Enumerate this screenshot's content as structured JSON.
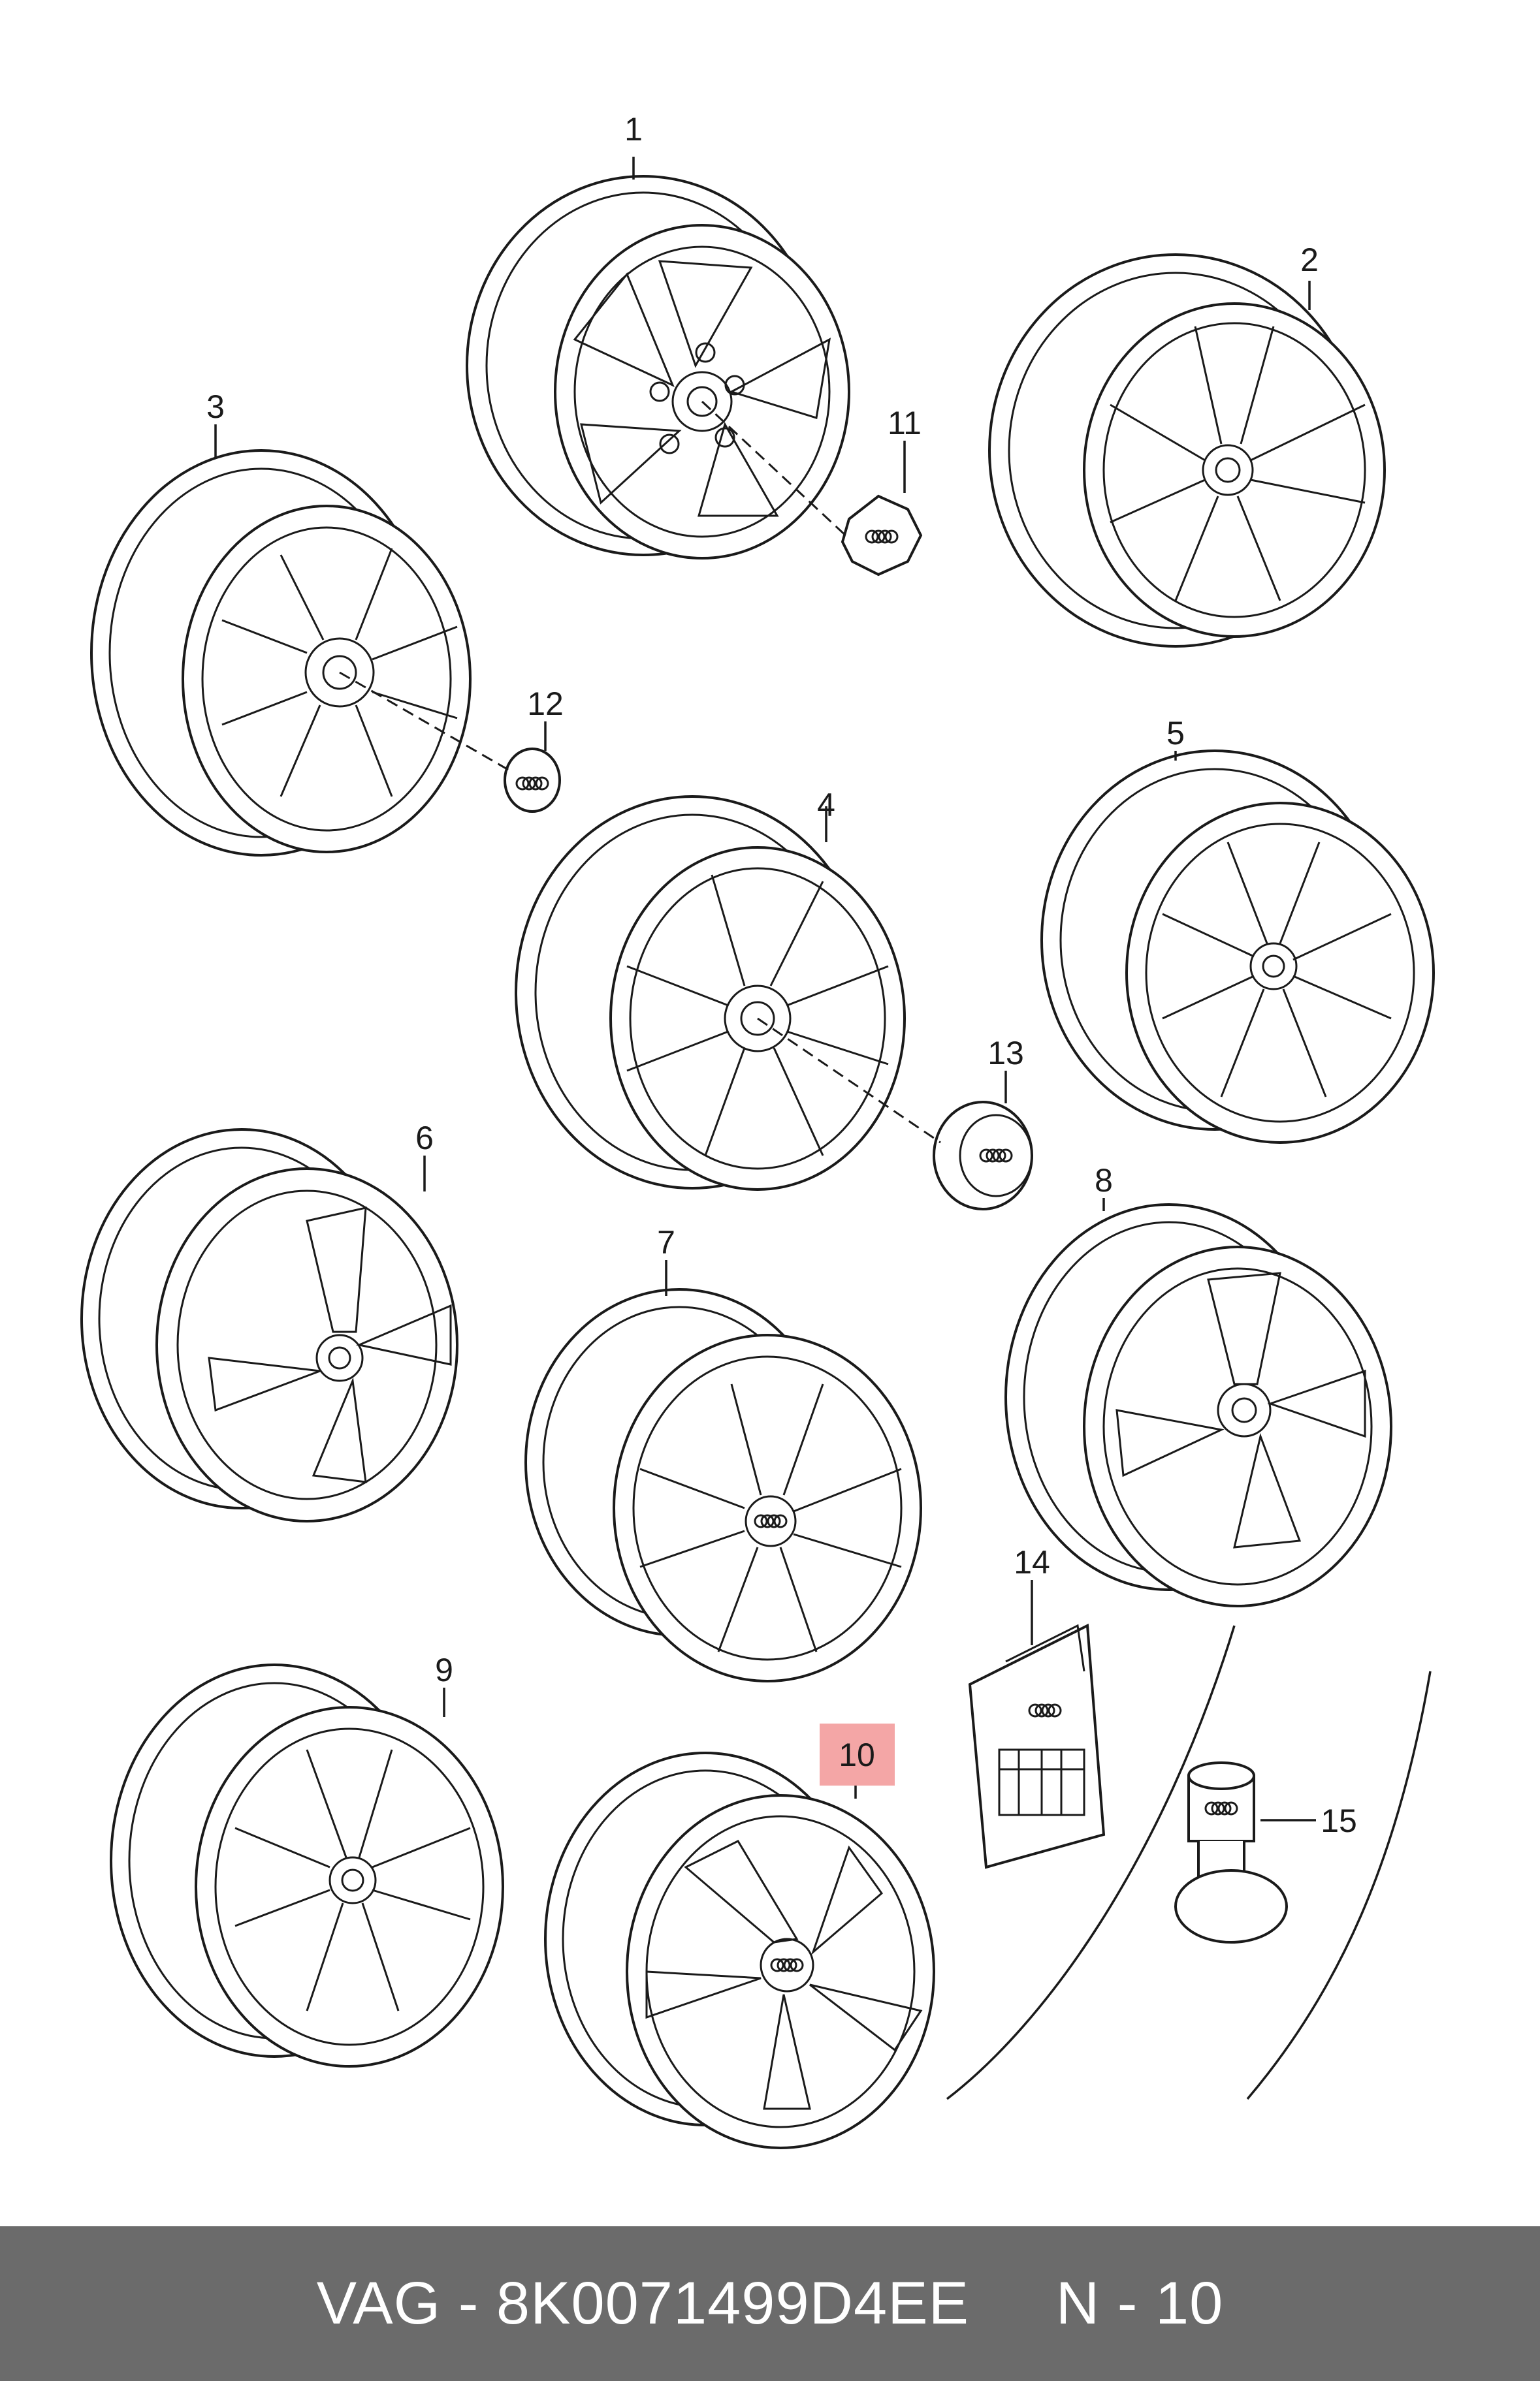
{
  "callouts": [
    {
      "id": "1",
      "label": "1"
    },
    {
      "id": "2",
      "label": "2"
    },
    {
      "id": "3",
      "label": "3"
    },
    {
      "id": "4",
      "label": "4"
    },
    {
      "id": "5",
      "label": "5"
    },
    {
      "id": "6",
      "label": "6"
    },
    {
      "id": "7",
      "label": "7"
    },
    {
      "id": "8",
      "label": "8"
    },
    {
      "id": "9",
      "label": "9"
    },
    {
      "id": "10",
      "label": "10",
      "highlighted": true
    },
    {
      "id": "11",
      "label": "11"
    },
    {
      "id": "12",
      "label": "12"
    },
    {
      "id": "13",
      "label": "13"
    },
    {
      "id": "14",
      "label": "14"
    },
    {
      "id": "15",
      "label": "15"
    }
  ],
  "highlight_color": "#f4a6a6",
  "footer": {
    "text": "VAG - 8K0071499D4EE     N - 10",
    "background": "#6b6b6b"
  }
}
